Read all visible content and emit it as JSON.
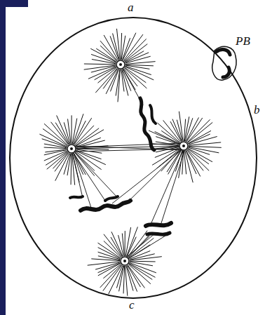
{
  "diagram": {
    "labels": [
      "a",
      "PB",
      "b",
      "c"
    ]
  }
}
